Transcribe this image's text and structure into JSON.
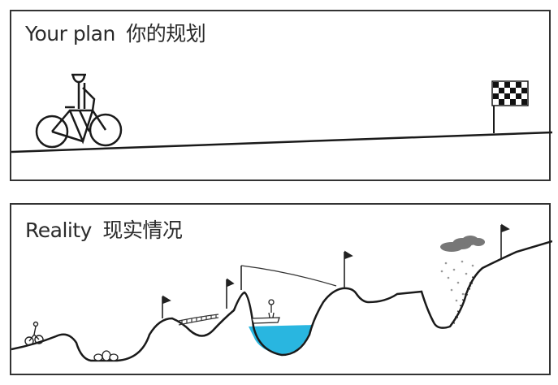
{
  "panels": [
    {
      "title_en": "Your plan",
      "title_zh": "你的规划",
      "elements": [
        "cyclist",
        "straight-incline-road",
        "checkered-finish-flag"
      ]
    },
    {
      "title_en": "Reality",
      "title_zh": "现实情况",
      "elements": [
        "cyclist",
        "rocks",
        "flags",
        "rope-bridge",
        "zipline",
        "lake",
        "boat-with-person",
        "storm-cloud",
        "rain",
        "ladder-slope"
      ]
    }
  ],
  "colors": {
    "line": "#1a1a1a",
    "border": "#333333",
    "water": "#29b6e0",
    "cloud": "#777777"
  }
}
